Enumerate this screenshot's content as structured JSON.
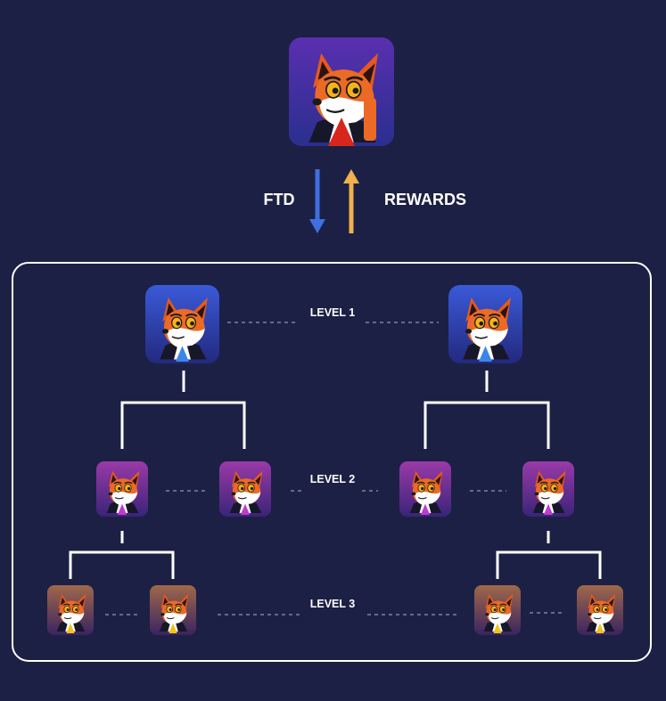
{
  "flow": {
    "ftd_label": "FTD",
    "rewards_label": "REWARDS",
    "ftd_color": "#3f6fe0",
    "rewards_color": "#f0b04a"
  },
  "levels": [
    {
      "label": "LEVEL 1",
      "tile_color": "blue",
      "tie_color": "#3d86e8"
    },
    {
      "label": "LEVEL 2",
      "tile_color": "purple",
      "tie_color": "#c03ad0"
    },
    {
      "label": "LEVEL 3",
      "tile_color": "brown",
      "tie_color": "#f2c21a"
    }
  ],
  "top_node": {
    "tile_color": "purple-blue",
    "tie_color": "#d8261c",
    "icon": "fox-avatar-icon"
  },
  "colors": {
    "background": "#1c2045",
    "frame": "#ffffff",
    "connector": "#ffffff",
    "dashed": "#7d81a6"
  }
}
